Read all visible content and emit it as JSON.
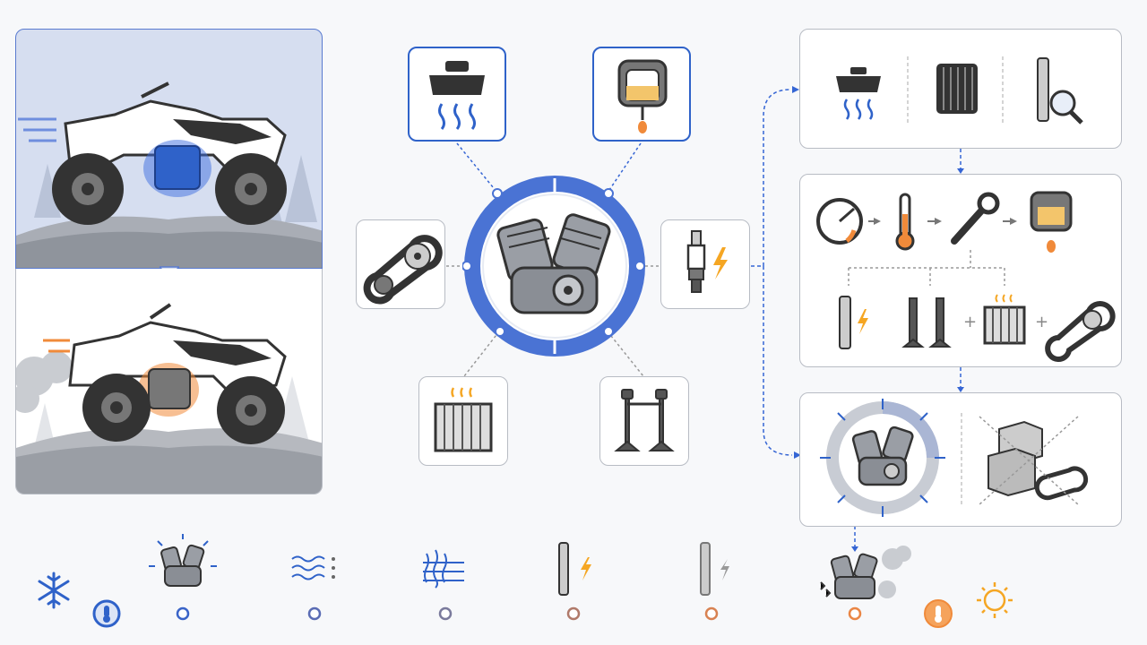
{
  "colors": {
    "accent_blue": "#2f62c9",
    "accent_orange": "#f08a3a",
    "outline": "#b8bcc4",
    "dark": "#3a3a3a",
    "cold_bg": "#d6def0"
  },
  "panels": {
    "cold_atv": {
      "icon": "atv-cold-engine-icon"
    },
    "hot_atv": {
      "icon": "atv-overheating-engine-icon"
    }
  },
  "hub": {
    "icon": "v-twin-engine-icon"
  },
  "components": [
    {
      "id": "oil-cap",
      "icon": "oil-cap-steam-icon",
      "highlight": true
    },
    {
      "id": "carburetor",
      "icon": "carburetor-fuel-icon",
      "highlight": true
    },
    {
      "id": "belt",
      "icon": "cvt-belt-icon",
      "highlight": false
    },
    {
      "id": "spark-plug",
      "icon": "spark-plug-icon",
      "highlight": false
    },
    {
      "id": "radiator",
      "icon": "radiator-icon",
      "highlight": false
    },
    {
      "id": "valves",
      "icon": "valves-icon",
      "highlight": false
    }
  ],
  "right_flow": {
    "step1": [
      "oil-cap-icon",
      "oil-filter-icon",
      "spark-plug-inspect-icon"
    ],
    "step2_top": [
      "temperature-gauge-icon",
      "thermometer-icon",
      "wrench-icon",
      "carburetor-icon"
    ],
    "step2_bottom": [
      "spark-plug-icon",
      "valves-icon",
      "radiator-icon",
      "belt-icon"
    ],
    "step3": [
      "rebuilt-engine-icon",
      "replacement-parts-boxes-icon"
    ]
  },
  "timeline": {
    "start_icon": "snowflake-icon",
    "end_icon": "sun-icon",
    "stages": [
      "engine-warmup-icon",
      "air-waves-icon",
      "airflow-cooling-icon",
      "spark-plug-spark-icon",
      "spark-plug-weak-icon",
      "engine-smoking-icon"
    ]
  }
}
